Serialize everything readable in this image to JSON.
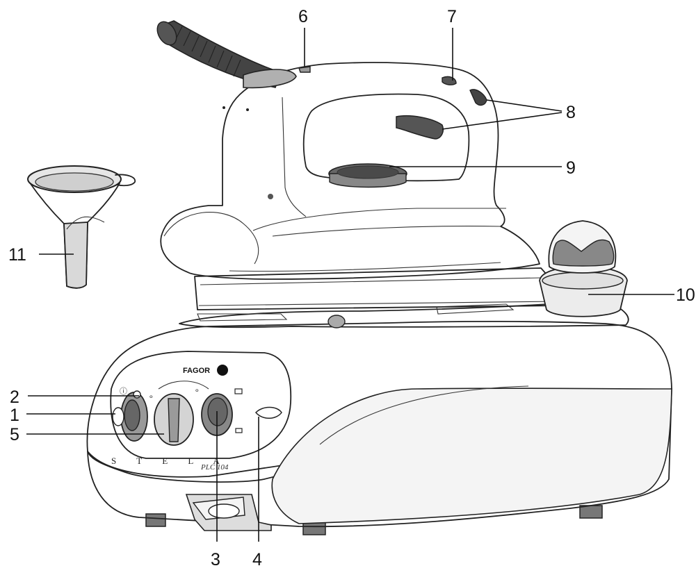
{
  "brand": {
    "logo_text": "FAGOR",
    "product_name": "S T E L A",
    "model": "PLC 104"
  },
  "callouts": [
    {
      "id": "1",
      "label": "1"
    },
    {
      "id": "2",
      "label": "2"
    },
    {
      "id": "3",
      "label": "3"
    },
    {
      "id": "4",
      "label": "4"
    },
    {
      "id": "5",
      "label": "5"
    },
    {
      "id": "6",
      "label": "6"
    },
    {
      "id": "7",
      "label": "7"
    },
    {
      "id": "8",
      "label": "8"
    },
    {
      "id": "9",
      "label": "9"
    },
    {
      "id": "10",
      "label": "10"
    },
    {
      "id": "11",
      "label": "11"
    }
  ],
  "colors": {
    "line": "#222222",
    "body_light": "#eeeeee",
    "base_grey": "#a9a9a9",
    "dark_part": "#555555"
  }
}
